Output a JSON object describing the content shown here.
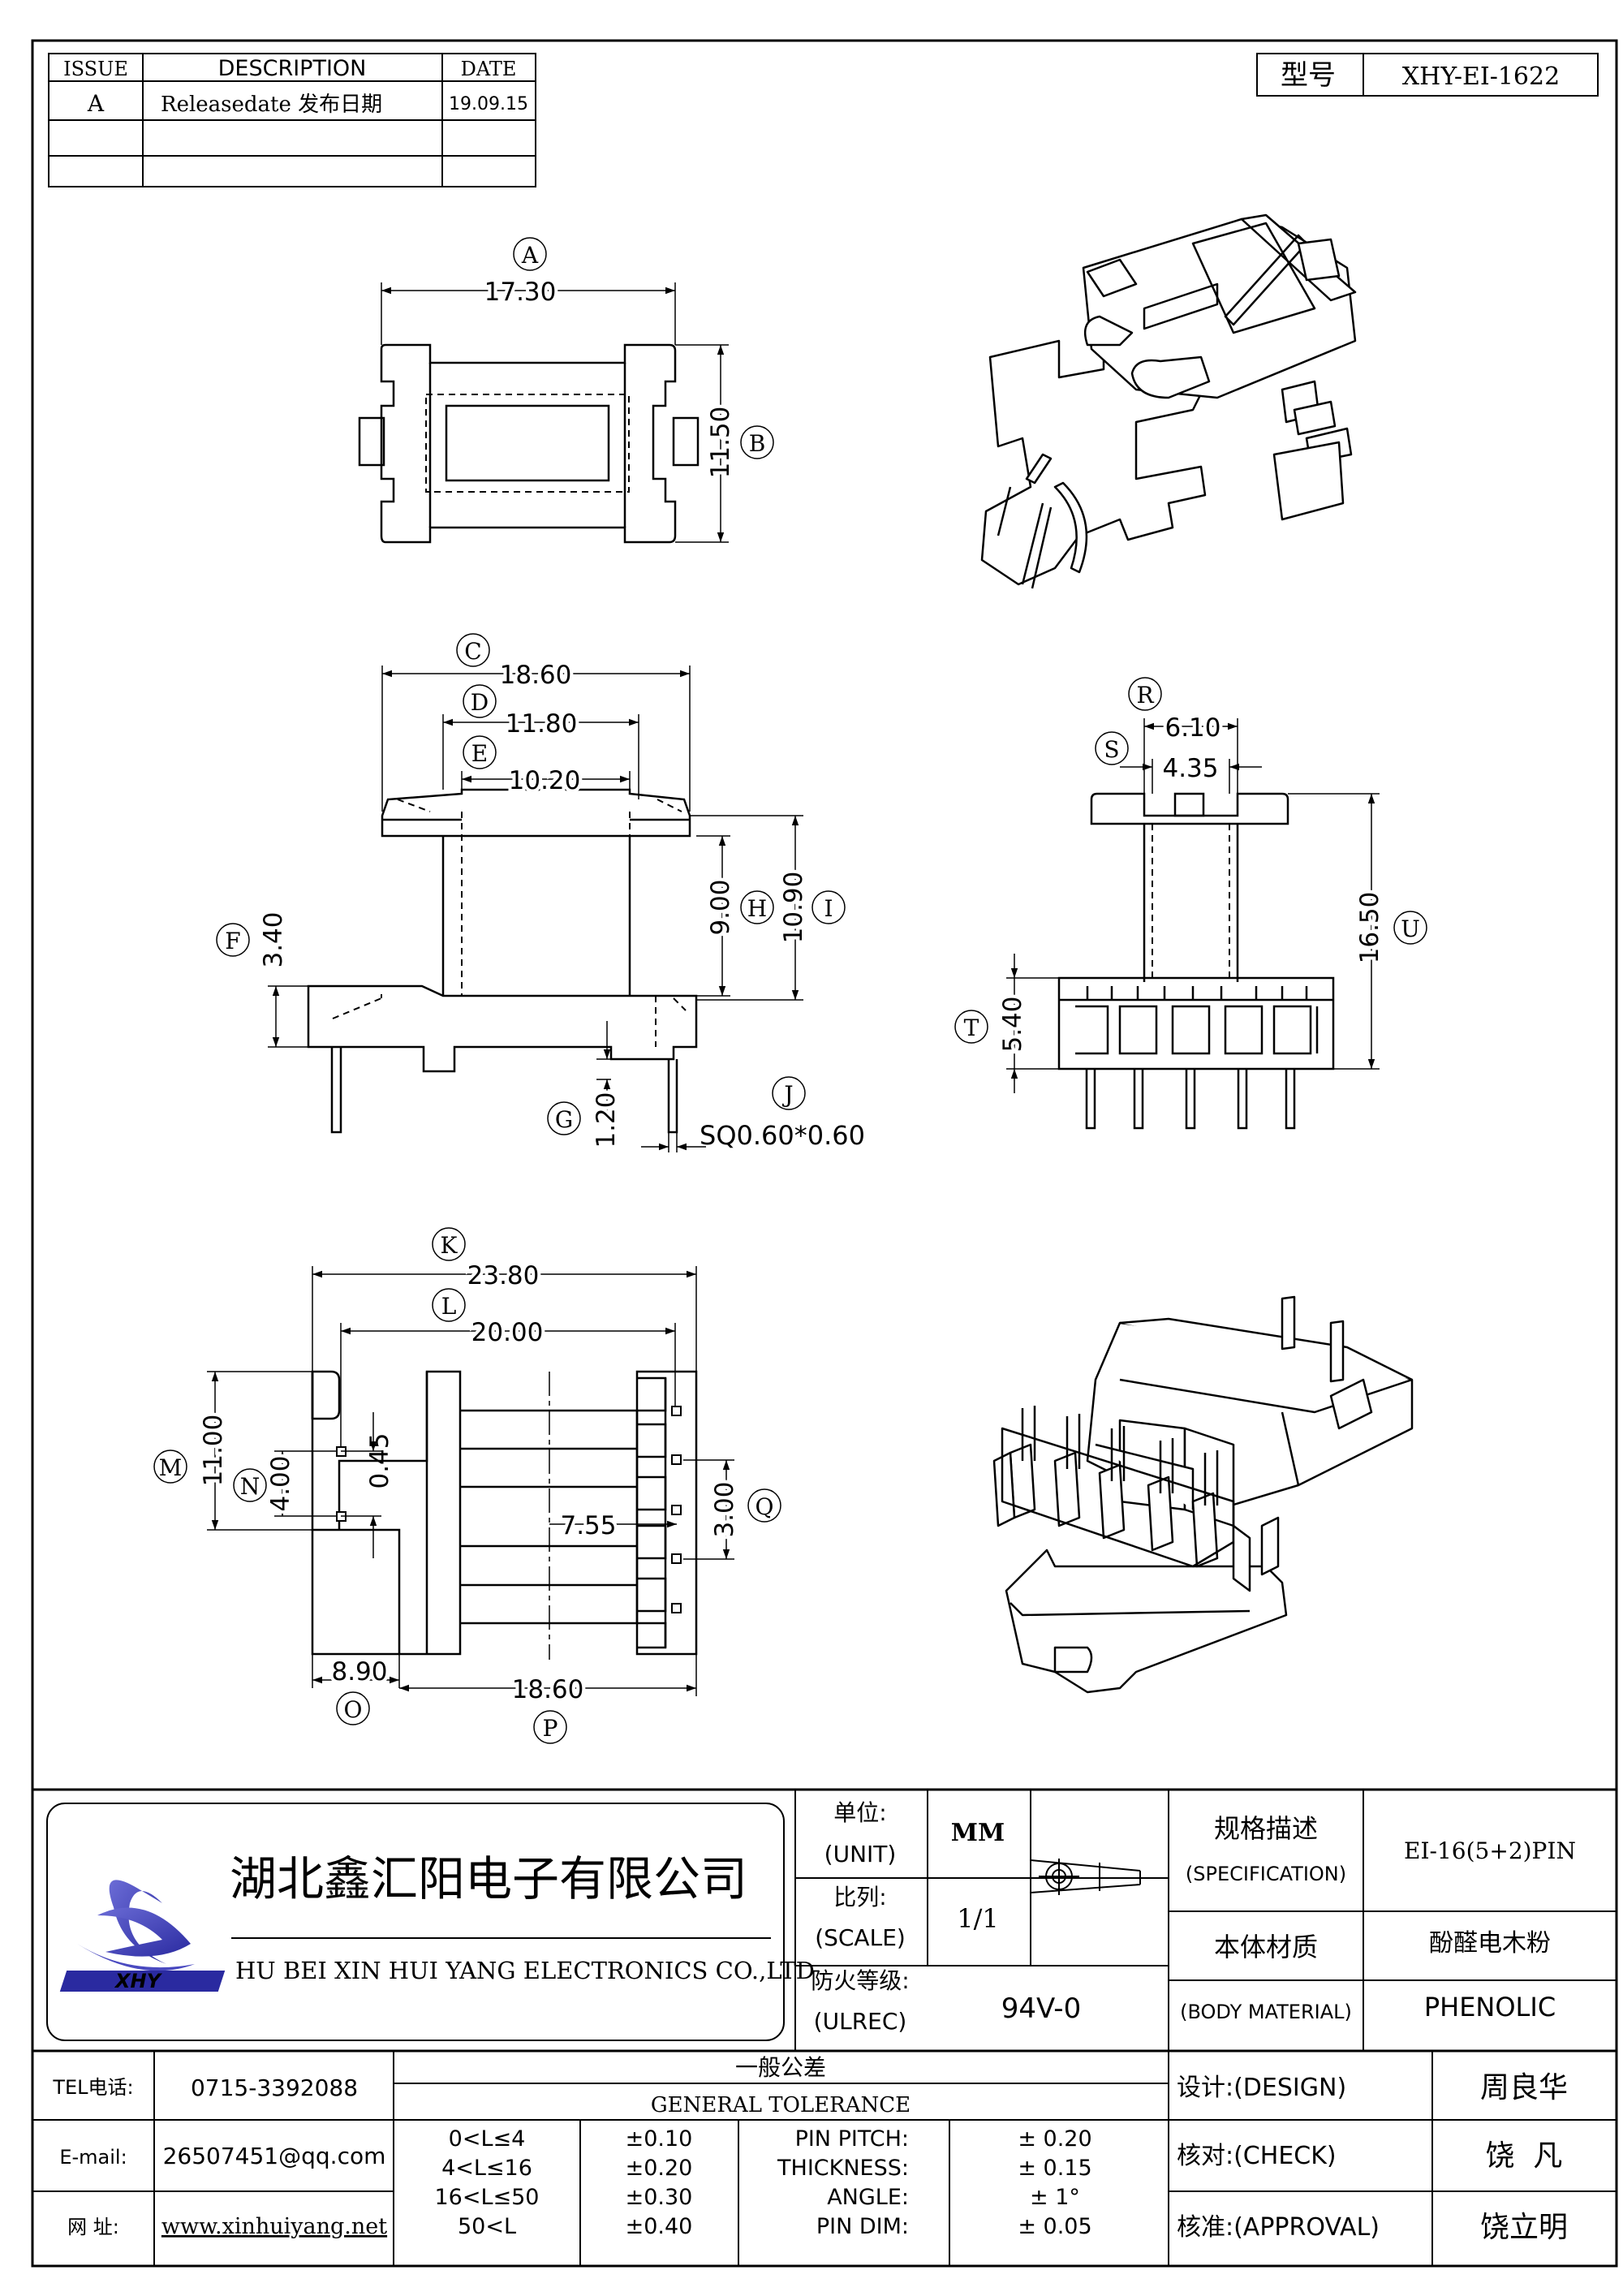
{
  "revision_table": {
    "headers": {
      "issue": "ISSUE",
      "description": "DESCRIPTION",
      "date": "DATE"
    },
    "rows": [
      {
        "issue": "A",
        "description": "Releasedate 发布日期",
        "date": "19.09.15"
      },
      {
        "issue": "",
        "description": "",
        "date": ""
      },
      {
        "issue": "",
        "description": "",
        "date": ""
      }
    ]
  },
  "model": {
    "label": "型号",
    "value": "XHY-EI-1622"
  },
  "top_view": {
    "A": {
      "tag": "A",
      "value": "17.30"
    },
    "B": {
      "tag": "B",
      "value": "11.50"
    }
  },
  "front_view": {
    "C": {
      "tag": "C",
      "value": "18.60"
    },
    "D": {
      "tag": "D",
      "value": "11.80"
    },
    "E": {
      "tag": "E",
      "value": "10.20"
    },
    "F": {
      "tag": "F",
      "value": "3.40"
    },
    "G": {
      "tag": "G",
      "value": "1.20"
    },
    "H": {
      "tag": "H",
      "value": "9.00"
    },
    "I": {
      "tag": "I",
      "value": "10.90"
    },
    "J": {
      "tag": "J",
      "value": "SQ0.60*0.60"
    }
  },
  "side_view": {
    "R": {
      "tag": "R",
      "value": "6.10"
    },
    "S": {
      "tag": "S",
      "value": "4.35"
    },
    "T": {
      "tag": "T",
      "value": "5.40"
    },
    "U": {
      "tag": "U",
      "value": "16.50"
    }
  },
  "bottom_view": {
    "K": {
      "tag": "K",
      "value": "23.80"
    },
    "L": {
      "tag": "L",
      "value": "20.00"
    },
    "M": {
      "tag": "M",
      "value": "11.00"
    },
    "N": {
      "tag": "N",
      "value": "4.00"
    },
    "N2": {
      "value": "0.45"
    },
    "center": {
      "value": "7.55"
    },
    "Q": {
      "tag": "Q",
      "value": "3.00"
    },
    "O": {
      "tag": "O",
      "value": "8.90"
    },
    "P": {
      "tag": "P",
      "value": "18.60"
    }
  },
  "company": {
    "name_cn": "湖北鑫汇阳电子有限公司",
    "name_en": "HU BEI XIN HUI YANG ELECTRONICS CO.,LTD",
    "logo_text": "XHY"
  },
  "unit": {
    "label_cn": "单位:",
    "label_en": "(UNIT)",
    "value": "MM"
  },
  "scale": {
    "label_cn": "比列:",
    "label_en": "(SCALE)",
    "value": "1/1"
  },
  "ul": {
    "label_cn": "防火等级:",
    "label_en": "(ULREC)",
    "value": "94V-0"
  },
  "specification": {
    "label_cn": "规格描述",
    "label_en": "(SPECIFICATION)",
    "value": "EI-16(5+2)PIN"
  },
  "material": {
    "label_cn": "本体材质",
    "label_en": "(BODY MATERIAL)",
    "value_cn": "酚醛电木粉",
    "value_en": "PHENOLIC"
  },
  "contact": {
    "tel_label": "TEL电话:",
    "tel": "0715-3392088",
    "email_label": "E-mail:",
    "email": "26507451@qq.com",
    "web_label": "网  址:",
    "web": "www.xinhuiyang.net"
  },
  "tolerance": {
    "title_cn": "一般公差",
    "title_en": "GENERAL TOLERANCE",
    "ranges": [
      {
        "range": "0<L≤4",
        "tol": "±0.10"
      },
      {
        "range": "4<L≤16",
        "tol": "±0.20"
      },
      {
        "range": "16<L≤50",
        "tol": "±0.30"
      },
      {
        "range": "50<L",
        "tol": "±0.40"
      }
    ],
    "items": [
      {
        "name": "PIN PITCH:",
        "tol": "± 0.20"
      },
      {
        "name": "THICKNESS:",
        "tol": "± 0.15"
      },
      {
        "name": "ANGLE:",
        "tol": "± 1°"
      },
      {
        "name": "PIN DIM:",
        "tol": "± 0.05"
      }
    ]
  },
  "approvals": [
    {
      "label": "设计:(DESIGN)",
      "name": "周良华"
    },
    {
      "label": "核对:(CHECK)",
      "name": "饶  凡"
    },
    {
      "label": "核准:(APPROVAL)",
      "name": "饶立明"
    }
  ]
}
